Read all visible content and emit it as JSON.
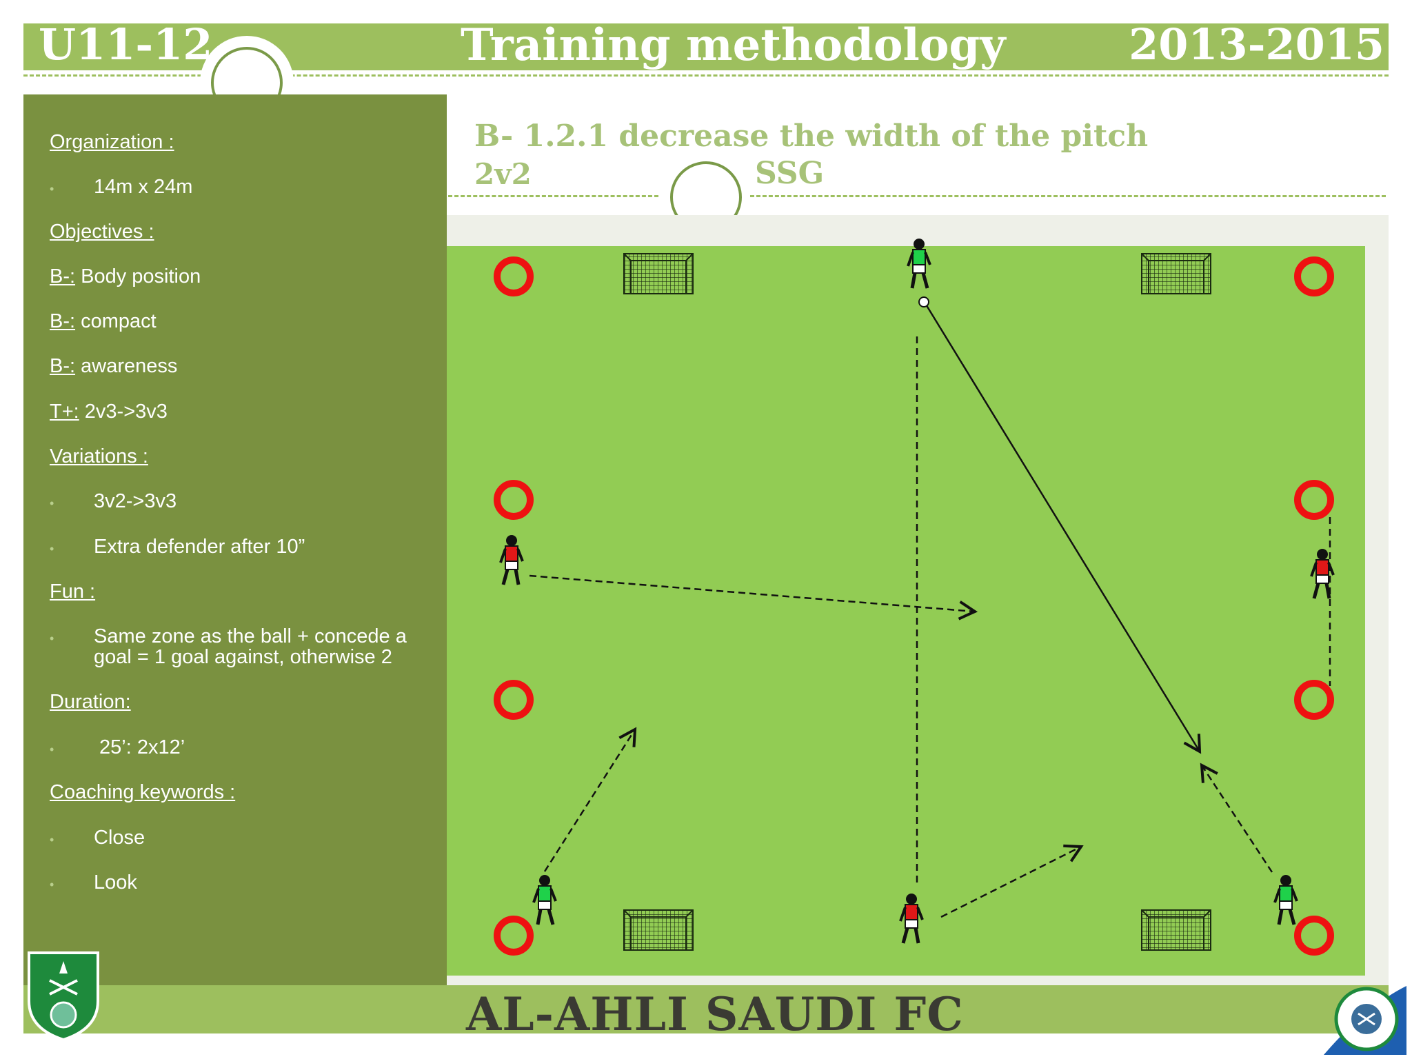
{
  "header": {
    "left": "U11-12",
    "title": "Training methodology",
    "right": "2013-2015"
  },
  "drill": {
    "title": "B- 1.2.1 decrease the width of the pitch",
    "format": "2v2",
    "type": "SSG"
  },
  "panel": {
    "organization": {
      "heading": "Organization :",
      "items": [
        "14m x 24m"
      ]
    },
    "objectives": {
      "heading": "Objectives :",
      "items": [
        {
          "prefix": "B-:",
          "text": " Body position"
        },
        {
          "prefix": "B-:",
          "text": " compact"
        },
        {
          "prefix": "B-:",
          "text": " awareness"
        },
        {
          "prefix": "T+:",
          "text": " 2v3->3v3"
        }
      ]
    },
    "variations": {
      "heading": "Variations :",
      "items": [
        "3v2->3v3",
        "Extra defender after 10”"
      ]
    },
    "fun": {
      "heading": "Fun :",
      "items": [
        "Same zone as the ball + concede a",
        "goal = 1 goal against, otherwise 2"
      ]
    },
    "duration": {
      "heading": "Duration:",
      "items": [
        "25’: 2x12’"
      ]
    },
    "coaching": {
      "heading": "Coaching keywords :",
      "items": [
        "Close",
        "Look"
      ]
    }
  },
  "footer": {
    "club": "AL-AHLI SAUDI FC"
  },
  "colors": {
    "header_green": "#9dbf5e",
    "panel_green": "#7a9140",
    "pitch_green": "#92cc54",
    "cone_red": "#ee1111",
    "team_green": "#1fd14a",
    "team_red": "#e01818"
  },
  "icons": {
    "cone": "red-ring-cone-icon",
    "goal": "mini-goal-net-icon",
    "player": "player-figure-icon",
    "ball": "soccer-ball-icon",
    "logo": "club-crest-icon"
  }
}
